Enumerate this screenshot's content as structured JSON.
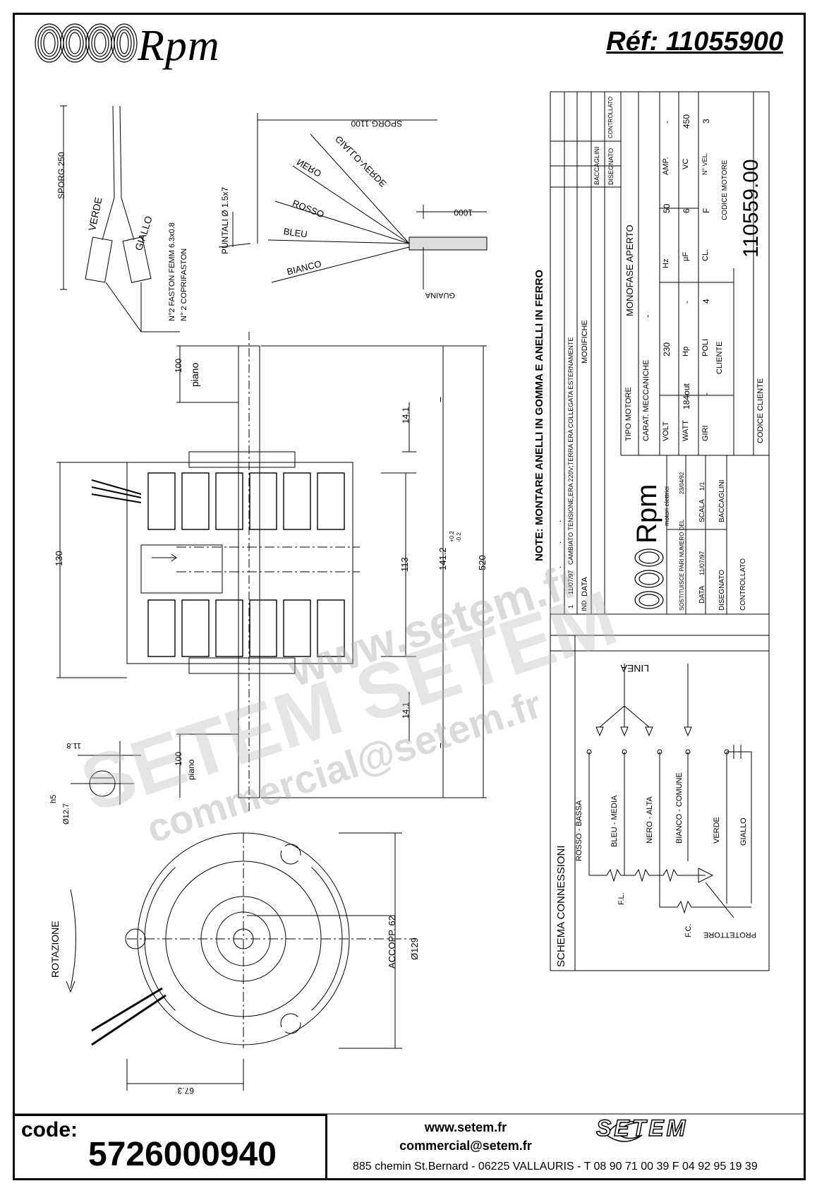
{
  "header": {
    "brand": "Rpm",
    "ref": "Réf:  11055900"
  },
  "wire_detail": {
    "sporg_short": "SPORG.250",
    "verde": "VERDE",
    "giallo": "GIALLO",
    "faston_note_1": "N°2 FASTON FEMM 6.3x0.8",
    "faston_note_2": "N° 2 COPRIFASTON"
  },
  "wire_bundle": {
    "sporg_long": "SPORG.1100",
    "puntali": "PUNTALI Ø 1.5x7",
    "len_1000": "1000",
    "guaina": "GUAINA",
    "wires": [
      "GIALLO-VERDE",
      "NERO",
      "ROSSO",
      "BLEU",
      "BIANCO"
    ]
  },
  "side_view": {
    "dim_100_top": "100",
    "piano_top": "piano",
    "dim_141_top": "14.1",
    "dim_130": "130",
    "dim_113": "113",
    "dim_1412": "141.2",
    "tol_plus": "+0.2",
    "tol_minus": "-0.2",
    "dim_520": "520",
    "dim_141_bottom": "14.1",
    "dim_100_bottom": "100",
    "piano_bottom": "piano",
    "equal_mark": "="
  },
  "shaft_section": {
    "dim_118": "11.8",
    "dim_h5": "h5",
    "dim_127": "Ø12.7"
  },
  "front_view": {
    "rotazione": "ROTAZIONE",
    "accopp": "ACCOPP. 62",
    "dim_129": "Ø129",
    "dim_673": "67.3"
  },
  "note": "NOTE: MONTARE ANELLI IN GOMMA E ANELLI IN FERRO",
  "title_block": {
    "rev_row": [
      "1",
      "11/07/97",
      "CAMBIATO TENSIONE,ERA 220V;TERRA ERA COLLEGATA ESTERNAMENTE",
      "BACCAGLINI"
    ],
    "rev_headers": [
      "IND",
      "DATA",
      "MODIFICHE",
      "DISEGNATO",
      "CONTROLLATO"
    ],
    "dots": [
      ".",
      ".",
      "."
    ],
    "rows": [
      {
        "label": "TIPO MOTORE",
        "value": "MONOFASE APERTO"
      },
      {
        "label": "CARAT. MECCANICHE",
        "value": "-"
      }
    ],
    "grid": [
      [
        "VOLT",
        "230",
        "Hz",
        "50",
        "AMP.",
        "-"
      ],
      [
        "WATT",
        "184out",
        "Hp",
        "-",
        "µF",
        "6",
        "VC",
        "450"
      ],
      [
        "GIRI",
        "-",
        "POLI",
        "4",
        "CL.",
        "F",
        "N° VEL.",
        "3"
      ]
    ],
    "cliente": "CLIENTE",
    "codice_motore_label": "CODICE MOTORE",
    "codice_motore": "110559.00",
    "codice_cliente": "CODICE CLIENTE",
    "logo_text": "Rpm",
    "logo_sub": "motori elettrici",
    "sostituisce": "SOSTITUISCE PARI NUMERO DEL",
    "sost_date": "23/04/92",
    "data_label": "DATA",
    "data_val": "11/07/97",
    "scala_label": "SCALA",
    "scala_val": "1/1",
    "disegnato_label": "DISEGNATO",
    "disegnato_val": "BACCAGLINI",
    "controllato_label": "CONTROLLATO"
  },
  "schema": {
    "title": "SCHEMA CONNESSIONI",
    "linea": "LINEA",
    "wires": [
      "ROSSO - BASSA",
      "BLEU - MEDIA",
      "NERO - ALTA",
      "BIANCO - COMUNE",
      "VERDE",
      "GIALLO"
    ],
    "fl": "F.L.",
    "fc": "F.C.",
    "protettore": "PROTETTORE"
  },
  "watermark": {
    "line1": "www.setem.fr",
    "line2": "SETEM   SETEM",
    "line3": "commercial@setem.fr"
  },
  "footer": {
    "code_label": "code:",
    "code_value": "5726000940",
    "web": "www.setem.fr",
    "email": "commercial@setem.fr",
    "address": "885 chemin St.Bernard  -  06225 VALLAURIS  -  T 08 90 71 00 39   F 04 92 95 19 39",
    "setem_logo": "SETEM"
  }
}
